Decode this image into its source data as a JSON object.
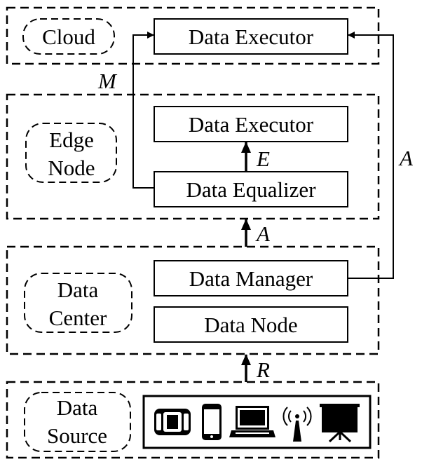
{
  "layers": {
    "cloud": {
      "tag": "Cloud",
      "box": "Data Executor"
    },
    "edge": {
      "tag_line1": "Edge",
      "tag_line2": "Node",
      "box_top": "Data Executor",
      "box_bottom": "Data Equalizer"
    },
    "center": {
      "tag_line1": "Data",
      "tag_line2": "Center",
      "box_top": "Data Manager",
      "box_bottom": "Data Node"
    },
    "source": {
      "tag_line1": "Data",
      "tag_line2": "Source",
      "devices": [
        "car-icon",
        "smartphone-icon",
        "laptop-icon",
        "wireless-tower-icon",
        "projector-screen-icon"
      ]
    }
  },
  "arrows": {
    "equalizer_to_cloud": "M",
    "equalizer_to_edge_executor": "E",
    "center_to_edge": "A",
    "manager_to_cloud": "A",
    "source_to_center": "R"
  }
}
